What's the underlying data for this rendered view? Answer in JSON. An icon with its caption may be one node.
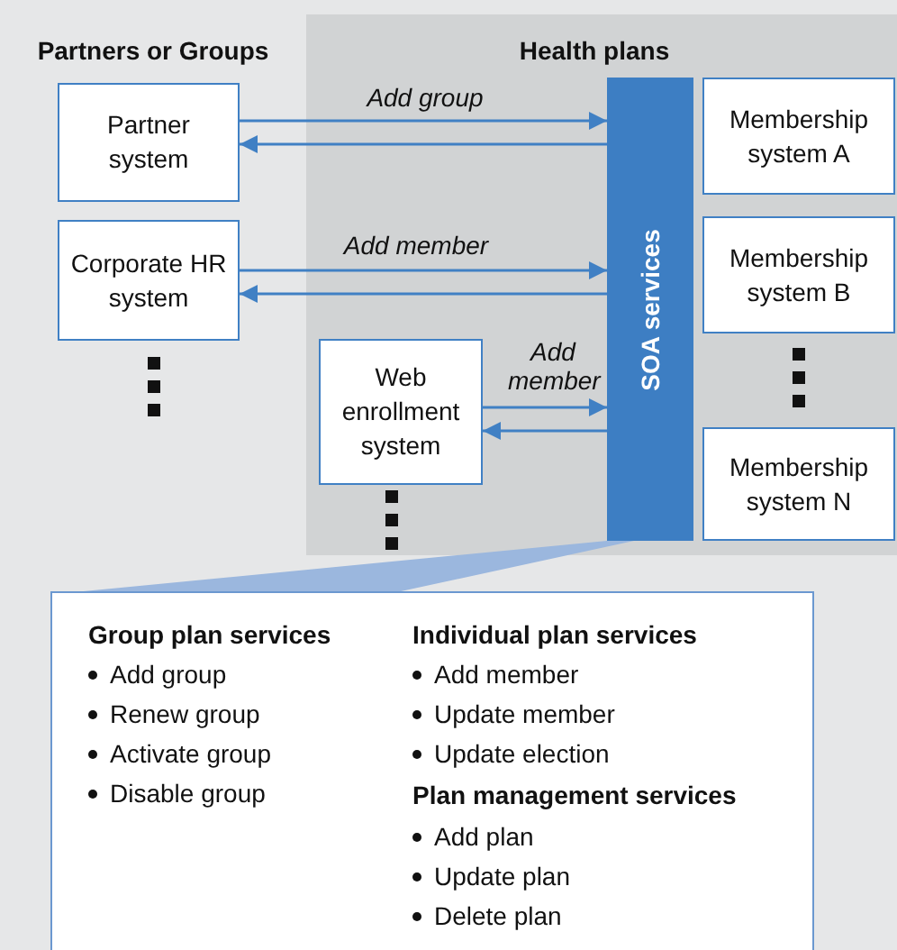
{
  "diagram": {
    "nodes": [
      {
        "text": [
          "Partners or Groups"
        ]
      },
      {
        "text": [
          "Health plans"
        ]
      },
      {
        "text": [
          "Partner system"
        ],
        "in": 0
      },
      {
        "text": [
          "Corporate HR system"
        ],
        "in": 0
      },
      {
        "text": [
          "Web enrollment system"
        ],
        "in": 1
      },
      {
        "text": [
          "SOA services"
        ],
        "in": 1
      },
      {
        "text": [
          "Membership system A"
        ],
        "in": 1
      },
      {
        "text": [
          "Membership system B"
        ],
        "in": 1
      },
      {
        "text": [
          "Membership system N"
        ],
        "in": 1
      },
      {
        "text": [],
        "shape": "triangle"
      },
      {
        "text": [
          "Group plan services",
          "Add group",
          "Renew group",
          "Activate group",
          "Disable group",
          "Individual plan services",
          "Add member",
          "Update member",
          "Update election",
          "Plan management services",
          "Add plan",
          "Update plan",
          "Delete plan"
        ]
      }
    ],
    "edges": [
      {
        "from": 2,
        "to": 5,
        "arrow": "to",
        "label": "Add group"
      },
      {
        "from": 5,
        "to": 2,
        "arrow": "to"
      },
      {
        "from": 3,
        "to": 5,
        "arrow": "to",
        "label": "Add member"
      },
      {
        "from": 5,
        "to": 3,
        "arrow": "to"
      },
      {
        "from": 4,
        "to": 5,
        "arrow": "to",
        "label": "Add member"
      },
      {
        "from": 5,
        "to": 4,
        "arrow": "to"
      }
    ]
  }
}
